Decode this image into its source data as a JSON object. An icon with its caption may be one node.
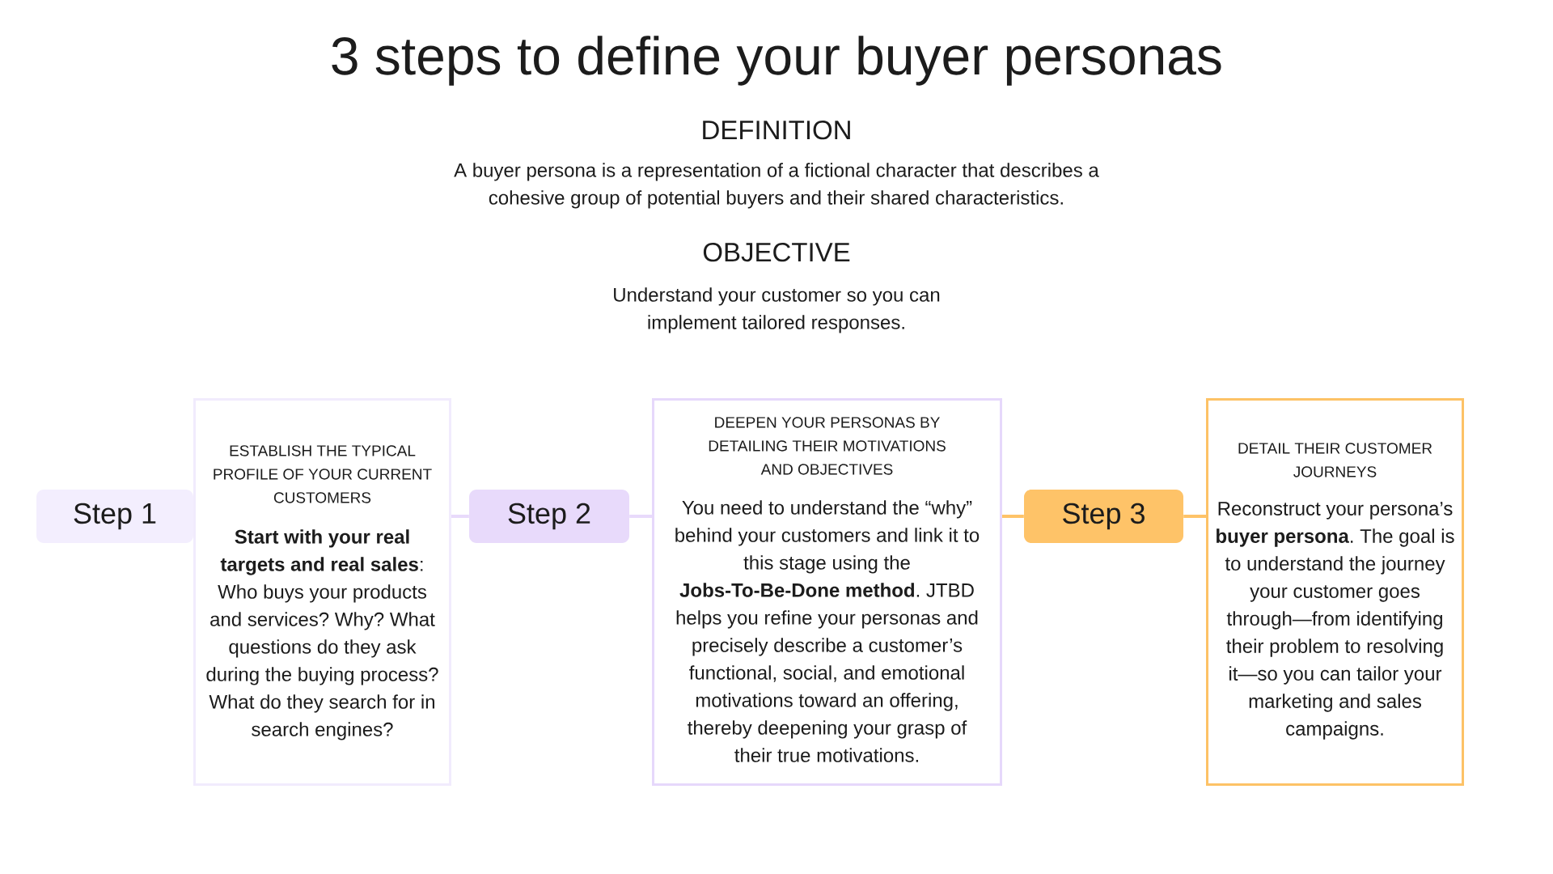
{
  "diagram": {
    "title": "3 steps to define your buyer personas",
    "nodes": [
      {
        "text": [
          "Step 1"
        ]
      },
      {
        "text": [
          "ESTABLISH THE TYPICAL PROFILE OF YOUR CURRENT CUSTOMERS",
          "**Start with your real targets and real sales**: Who buys your products and services? Why? What questions do they ask during the buying process? What do they search for in search engines?"
        ]
      },
      {
        "text": [
          "Step 2"
        ]
      },
      {
        "text": [
          "DEEPEN YOUR PERSONAS BY DETAILING THEIR MOTIVATIONS AND OBJECTIVES",
          "You need to understand the “why” behind your customers and link it to this stage using the **Jobs-To-Be-Done method**. JTBD helps you refine your personas and precisely describe a customer’s functional, social, and emotional motivations toward an offering, thereby deepening your grasp of their true motivations."
        ]
      },
      {
        "text": [
          "Step 3"
        ]
      },
      {
        "text": [
          "DETAIL THEIR CUSTOMER JOURNEYS",
          "Reconstruct your persona’s **buyer persona**. The goal is to understand the journey your customer goes through—from identifying their problem to resolving it—so you can tailor your marketing and sales campaigns."
        ]
      }
    ],
    "edges": [
      {
        "from": 1,
        "to": 2,
        "arrow": "none",
        "color": "#e8dafb"
      },
      {
        "from": 2,
        "to": 3,
        "arrow": "none",
        "color": "#e8dafb"
      },
      {
        "from": 3,
        "to": 4,
        "arrow": "none",
        "color": "#fec368"
      },
      {
        "from": 4,
        "to": 5,
        "arrow": "none",
        "color": "#fec368"
      }
    ],
    "labels": [
      "DEFINITION",
      "A buyer persona is a representation of a fictional character that describes a cohesive group of potential buyers and their shared characteristics.",
      "OBJECTIVE",
      "Understand your customer so you can implement tailored responses."
    ]
  }
}
